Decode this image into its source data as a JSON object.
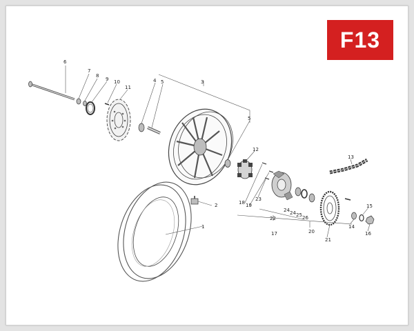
{
  "badge": {
    "label": "F13",
    "color": "#d42020"
  },
  "callouts": {
    "c1": "1",
    "c2": "2",
    "c3": "3",
    "c4": "4",
    "c5a": "5",
    "c5b": "5",
    "c6": "6",
    "c7": "7",
    "c8": "8",
    "c9": "9",
    "c10": "10",
    "c11": "11",
    "c12": "12",
    "c13": "13",
    "c14": "14",
    "c15": "15",
    "c16": "16",
    "c17": "17",
    "c18": "18",
    "c19": "19",
    "c20": "20",
    "c21": "21",
    "c22": "22",
    "c23": "23",
    "c24a": "24",
    "c24b": "24",
    "c25": "25",
    "c26": "26"
  }
}
